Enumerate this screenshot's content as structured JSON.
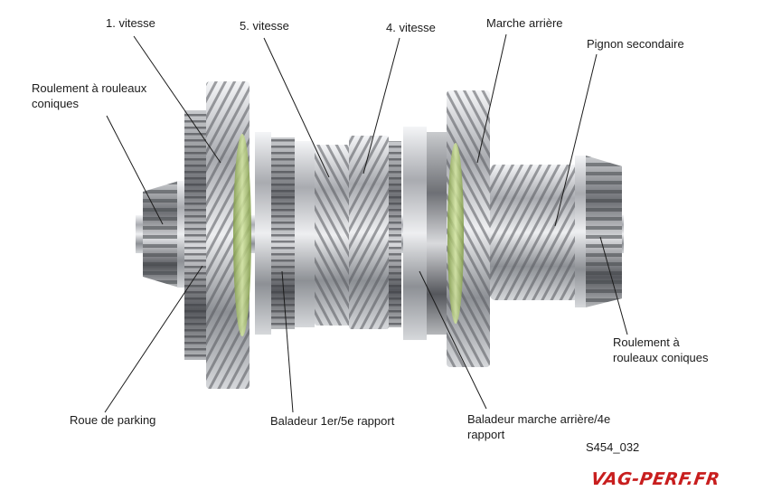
{
  "labels": {
    "first_gear": "1. vitesse",
    "fifth_gear": "5. vitesse",
    "fourth_gear": "4. vitesse",
    "reverse_gear": "Marche arrière",
    "secondary_pinion": "Pignon secondaire",
    "tapered_bearing_left": "Roulement à rouleaux coniques",
    "tapered_bearing_right": "Roulement à rouleaux coniques",
    "parking_wheel": "Roue de parking",
    "synchro_1_5": "Baladeur 1er/5e rapport",
    "synchro_reverse_4": "Baladeur marche arrière/4e rapport"
  },
  "figure_code": "S454_032",
  "watermark": "VAG-PERF.FR",
  "colors": {
    "label_text": "#1b1b1b",
    "leader_line": "#1b1b1b",
    "watermark": "#c81e1e",
    "steel_light": "#dcdde0",
    "steel_dark": "#6e7075",
    "synchro_ring_green": "#a7c26a"
  }
}
